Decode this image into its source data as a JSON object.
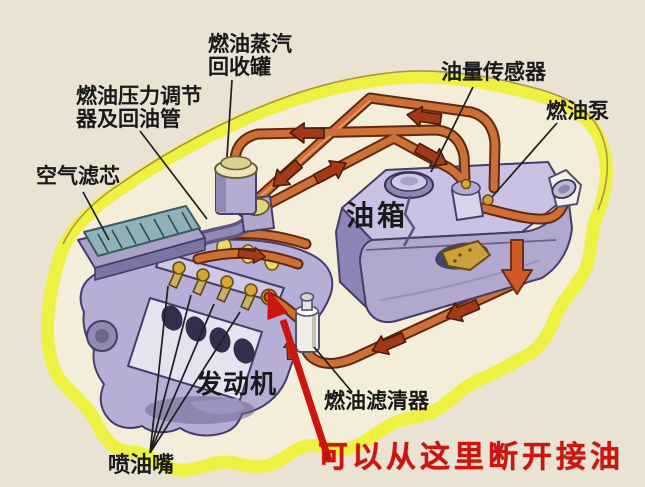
{
  "labels": {
    "fuel_vapor_canister": {
      "line1": "燃油蒸汽",
      "line2": "回收罐"
    },
    "fuel_pressure_regulator": {
      "line1": "燃油压力调节",
      "line2": "器及回油管"
    },
    "air_filter": {
      "text": "空气滤芯"
    },
    "fuel_level_sensor": {
      "text": "油量传感器"
    },
    "fuel_pump": {
      "text": "燃油泵"
    },
    "fuel_tank": {
      "text": "油箱"
    },
    "engine": {
      "text": "发动机"
    },
    "fuel_injector": {
      "text": "喷油嘴"
    },
    "fuel_filter": {
      "text": "燃油滤清器"
    },
    "annotation": {
      "text": "可以从这里断开接油"
    }
  },
  "colors": {
    "background": "#eae3d4",
    "body_highlight_yellow": "#eef042",
    "pipe_orange": "#cd7038",
    "pipe_outline": "#63290f",
    "flow_arrow": "#a23a1a",
    "component_purple": "#b7aed7",
    "component_purple_dark": "#8d84b8",
    "outline_dark": "#463c68",
    "label_text": "#191919",
    "annotation_red": "#cd1510",
    "injector_gold": "#d6a832"
  }
}
